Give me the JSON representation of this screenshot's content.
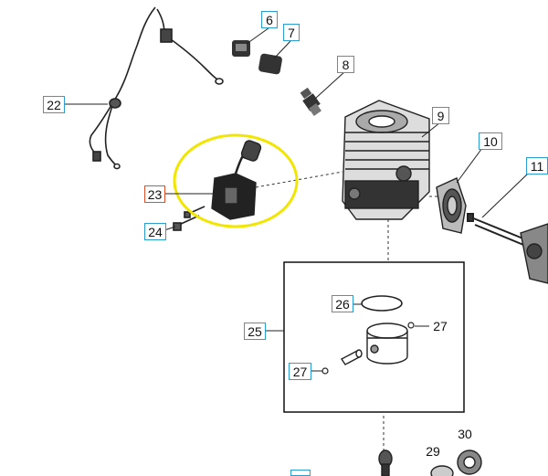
{
  "parts": [
    {
      "id": "p6",
      "label": "6"
    },
    {
      "id": "p7",
      "label": "7"
    },
    {
      "id": "p8",
      "label": "8"
    },
    {
      "id": "p9",
      "label": "9"
    },
    {
      "id": "p10",
      "label": "10"
    },
    {
      "id": "p11",
      "label": "11"
    },
    {
      "id": "p22",
      "label": "22"
    },
    {
      "id": "p23",
      "label": "23"
    },
    {
      "id": "p24",
      "label": "24"
    },
    {
      "id": "p25",
      "label": "25"
    },
    {
      "id": "p26",
      "label": "26"
    },
    {
      "id": "p27a",
      "label": "27"
    },
    {
      "id": "p27b",
      "label": "27"
    },
    {
      "id": "p29",
      "label": "29"
    },
    {
      "id": "p30",
      "label": "30"
    }
  ],
  "colors": {
    "callout_border": "#2a9fd0",
    "selected_callout_border": "#e0502a",
    "highlight_ellipse": "#f2e600",
    "line_art": "#222222"
  }
}
